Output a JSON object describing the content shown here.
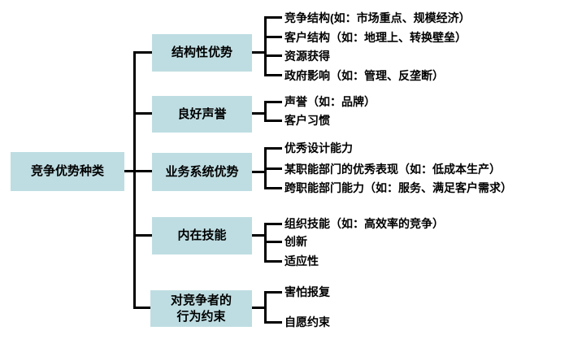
{
  "diagram": {
    "title": "竞争优势种类",
    "root": {
      "label": "竞争优势种类"
    },
    "branches": [
      {
        "label": "结构性优势",
        "leaves": [
          "竞争结构(如：市场重点、规模经济）",
          "客户结构（如：地理上、转换壁垒）",
          "资源获得",
          "政府影响（如：管理、反垄断）"
        ]
      },
      {
        "label": "良好声誉",
        "leaves": [
          "声誉（如：品牌）",
          "客户习惯"
        ]
      },
      {
        "label": "业务系统优势",
        "leaves": [
          "优秀设计能力",
          "某职能部门的优秀表现（如：低成本生产）",
          "跨职能部门能力（如：服务、满足客户需求）"
        ]
      },
      {
        "label": "内在技能",
        "leaves": [
          "组织技能（如：高效率的竞争）",
          "创新",
          "适应性"
        ]
      },
      {
        "label": "对竞争者的行为约束",
        "label_line1": "对竞争者的",
        "label_line2": "行为约束",
        "leaves": [
          "害怕报复",
          "自愿约束"
        ]
      }
    ],
    "colors": {
      "node_fill": "#bedde2",
      "line": "#000000",
      "text": "#000000",
      "background": "#ffffff"
    }
  }
}
